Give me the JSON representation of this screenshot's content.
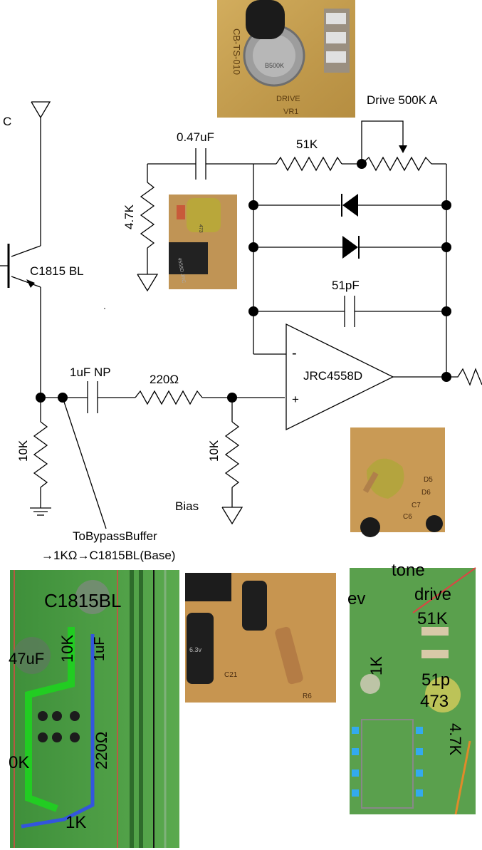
{
  "labels": {
    "transistor_terminal": "C",
    "transistor": "C1815 BL",
    "drive_pot": "Drive 500K A",
    "cap_input": "0.47uF",
    "res_51k": "51K",
    "res_4k7": "4.7K",
    "cap_feedback": "51pF",
    "opamp": "JRC4558D",
    "opamp_minus": "-",
    "opamp_plus": "+",
    "cap_np": "1uF NP",
    "res_220": "220Ω",
    "res_10k_left": "10K",
    "res_10k_bias": "10K",
    "bias": "Bias",
    "bypass_line1": "ToBypassBuffer",
    "bypass_line2": "→1KΩ→C1815BL(Base)"
  },
  "photos": {
    "pot_photo": {
      "silk_left": "CB-TS-010",
      "silk_drive": "DRIVE",
      "silk_vr": "VR1",
      "pot_marking": "B500K"
    },
    "cap_ic_photo": {
      "ic_marking": "4558D JRC",
      "cap_marking": "473"
    },
    "pcb_left": {
      "c1815": "C1815BL",
      "cap_47": "47uF",
      "res_10k": "10K",
      "cap_1u": "1uF",
      "res_220": "220Ω",
      "res_0k": "0K",
      "res_1k": "1K"
    },
    "board_photo": {
      "cap_marking": "6.3v",
      "ref_c21": "C21",
      "ref_r6": "R6"
    },
    "pcb_right": {
      "tone": "tone",
      "lev": "ev",
      "drive": "drive",
      "r51k": "51K",
      "r1k": "1K",
      "c51p": "51p",
      "c473": "473",
      "r4k7": "4.7K"
    },
    "bottom_right_photo": {
      "d5": "D5",
      "d6": "D6",
      "c7": "C7",
      "c6": "C6"
    }
  }
}
